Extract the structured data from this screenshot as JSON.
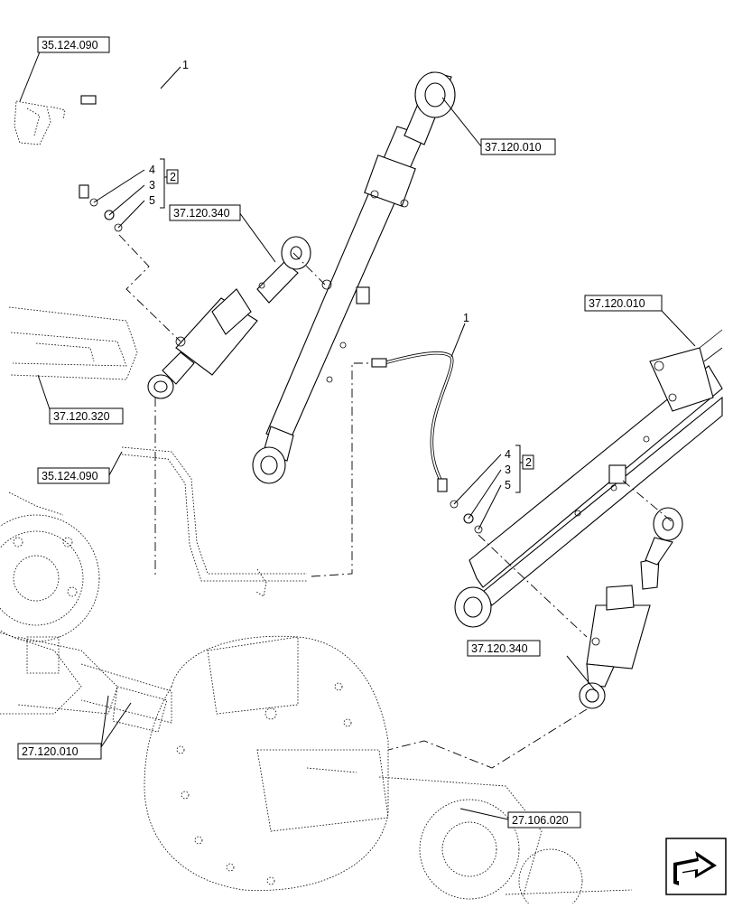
{
  "refs": {
    "r1": "35.124.090",
    "r2": "37.120.010",
    "r3": "37.120.340",
    "r4": "37.120.320",
    "r5": "35.124.090",
    "r6": "37.120.010",
    "r7": "37.120.340",
    "r8": "27.120.010",
    "r9": "27.106.020"
  },
  "callouts": {
    "hose_a": "1",
    "hose_b": "1",
    "set_a": [
      "4",
      "3",
      "5"
    ],
    "set_b": [
      "4",
      "3",
      "5"
    ],
    "kit_a": "2",
    "kit_b": "2"
  },
  "nav_icon": "arrow-navigation-icon"
}
